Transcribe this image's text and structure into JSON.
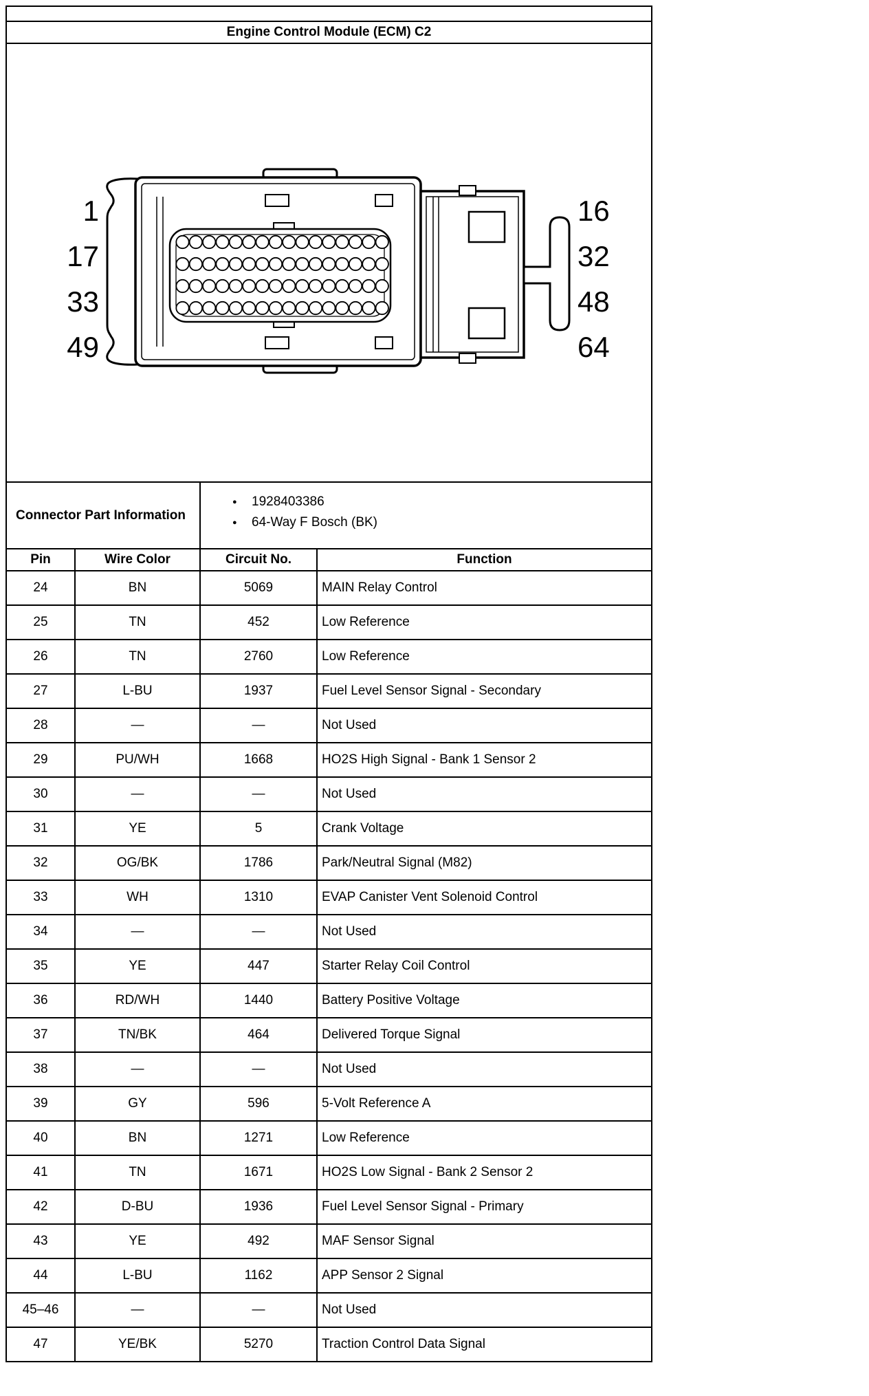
{
  "title": "Engine Control Module (ECM) C2",
  "colors": {
    "ink": "#000000",
    "paper": "#ffffff"
  },
  "diagram": {
    "left_pin_labels": [
      "1",
      "17",
      "33",
      "49"
    ],
    "right_pin_labels": [
      "16",
      "32",
      "48",
      "64"
    ],
    "pin_rows": 4,
    "pin_columns": 16
  },
  "connector_info": {
    "label": "Connector Part Information",
    "items": [
      "1928403386",
      "64-Way F Bosch (BK)"
    ]
  },
  "table": {
    "headers": [
      "Pin",
      "Wire Color",
      "Circuit No.",
      "Function"
    ],
    "rows": [
      [
        "24",
        "BN",
        "5069",
        "MAIN Relay Control"
      ],
      [
        "25",
        "TN",
        "452",
        "Low Reference"
      ],
      [
        "26",
        "TN",
        "2760",
        "Low Reference"
      ],
      [
        "27",
        "L-BU",
        "1937",
        "Fuel Level Sensor Signal - Secondary"
      ],
      [
        "28",
        "—",
        "—",
        "Not Used"
      ],
      [
        "29",
        "PU/WH",
        "1668",
        "HO2S High Signal - Bank 1 Sensor 2"
      ],
      [
        "30",
        "—",
        "—",
        "Not Used"
      ],
      [
        "31",
        "YE",
        "5",
        "Crank Voltage"
      ],
      [
        "32",
        "OG/BK",
        "1786",
        "Park/Neutral Signal (M82)"
      ],
      [
        "33",
        "WH",
        "1310",
        "EVAP Canister Vent Solenoid Control"
      ],
      [
        "34",
        "—",
        "—",
        "Not Used"
      ],
      [
        "35",
        "YE",
        "447",
        "Starter Relay Coil Control"
      ],
      [
        "36",
        "RD/WH",
        "1440",
        "Battery Positive Voltage"
      ],
      [
        "37",
        "TN/BK",
        "464",
        "Delivered Torque Signal"
      ],
      [
        "38",
        "—",
        "—",
        "Not Used"
      ],
      [
        "39",
        "GY",
        "596",
        "5-Volt Reference A"
      ],
      [
        "40",
        "BN",
        "1271",
        "Low Reference"
      ],
      [
        "41",
        "TN",
        "1671",
        "HO2S Low Signal - Bank 2 Sensor 2"
      ],
      [
        "42",
        "D-BU",
        "1936",
        "Fuel Level Sensor Signal - Primary"
      ],
      [
        "43",
        "YE",
        "492",
        "MAF Sensor Signal"
      ],
      [
        "44",
        "L-BU",
        "1162",
        "APP Sensor 2 Signal"
      ],
      [
        "45–46",
        "—",
        "—",
        "Not Used"
      ],
      [
        "47",
        "YE/BK",
        "5270",
        "Traction Control Data Signal"
      ]
    ]
  }
}
